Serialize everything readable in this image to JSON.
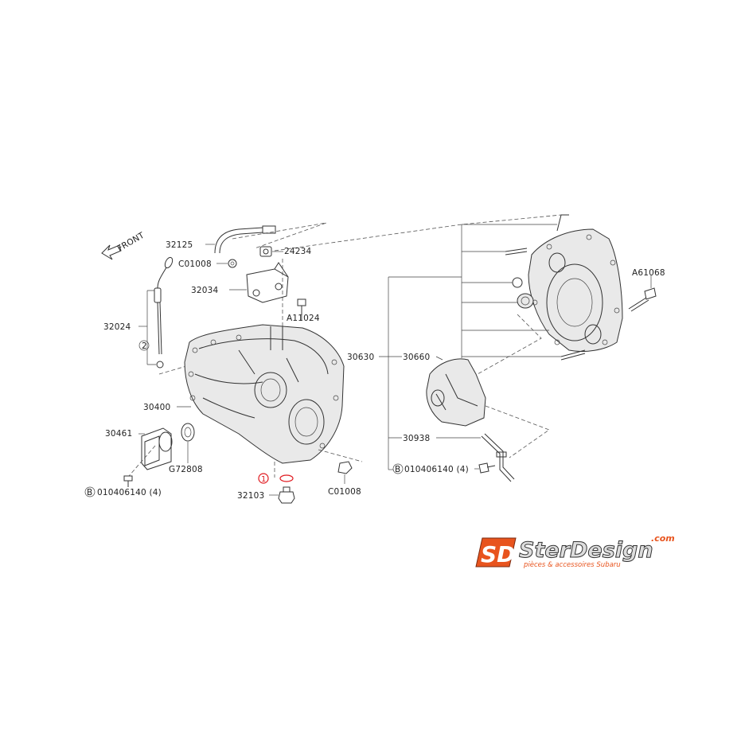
{
  "diagram": {
    "direction_label": "FRONT",
    "labels": {
      "p32125": "32125",
      "p24234": "24234",
      "pC01008_top": "C01008",
      "p32034": "32034",
      "pA11024": "A11024",
      "p32024": "32024",
      "callout2": "2",
      "p30400": "30400",
      "p30461": "30461",
      "pG72808": "G72808",
      "bolt_left": "010406140 (4)",
      "bolt_left_B": "B",
      "callout1": "1",
      "p32103": "32103",
      "pC01008_bottom": "C01008",
      "p30630": "30630",
      "p30660": "30660",
      "p30938": "30938",
      "bolt_right": "010406140 (4)",
      "bolt_right_B": "B",
      "pA61068": "A61068"
    }
  },
  "logo": {
    "mark": "SD",
    "brand": "SterDesign",
    "domain": ".com",
    "tagline": "pièces & accessoires Subaru",
    "accent_color": "#e8541e"
  },
  "colors": {
    "highlight": "#e0191f",
    "line": "#333333"
  }
}
